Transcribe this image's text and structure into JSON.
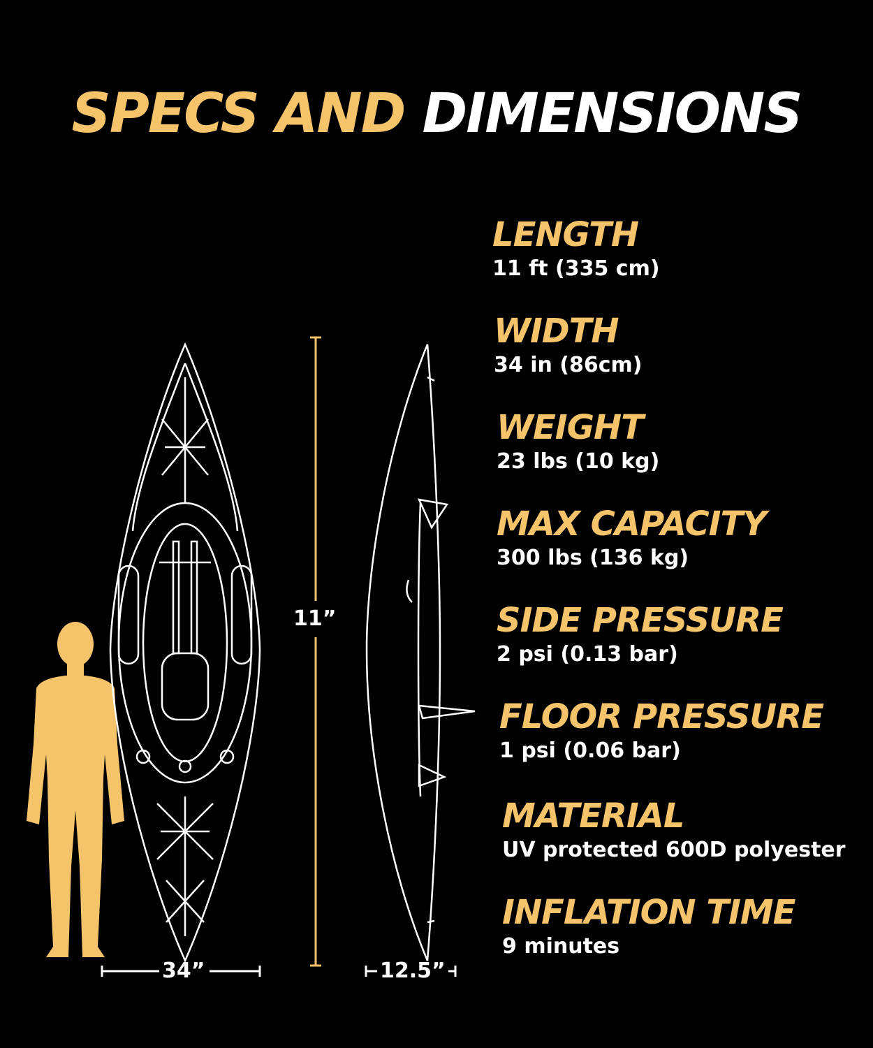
{
  "title": {
    "part1": "SPECS AND",
    "part2": "DIMENSIONS"
  },
  "colors": {
    "accent": "#f5c46a",
    "text": "#ffffff",
    "background": "#000000"
  },
  "dimensions": {
    "length": "11”",
    "width": "34”",
    "height": "12.5”"
  },
  "specs": [
    {
      "label": "LENGTH",
      "value": "11 ft (335 cm)"
    },
    {
      "label": "WIDTH",
      "value": "34 in (86cm)"
    },
    {
      "label": "WEIGHT",
      "value": "23 lbs (10 kg)"
    },
    {
      "label": "MAX CAPACITY",
      "value": "300 lbs (136 kg)"
    },
    {
      "label": "SIDE PRESSURE",
      "value": "2 psi (0.13 bar)"
    },
    {
      "label": "FLOOR PRESSURE",
      "value": "1 psi (0.06 bar)"
    },
    {
      "label": "MATERIAL",
      "value": "UV protected 600D polyester"
    },
    {
      "label": "INFLATION TIME",
      "value": "9 minutes"
    }
  ],
  "icons": [
    "human-silhouette-icon",
    "kayak-top-view-icon",
    "kayak-side-view-icon"
  ]
}
